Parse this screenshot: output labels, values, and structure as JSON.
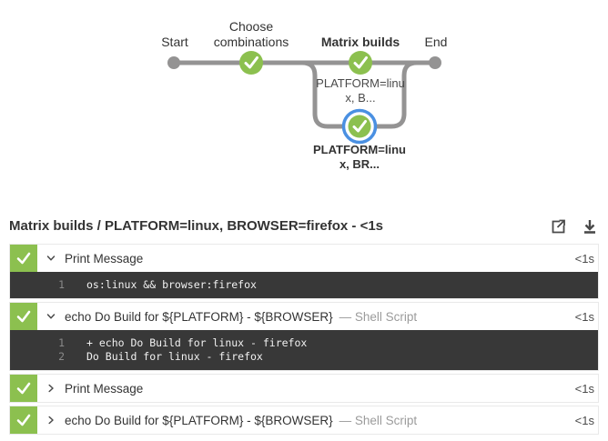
{
  "pipeline": {
    "stages": [
      {
        "label": "Start"
      },
      {
        "label": "Choose combinations"
      },
      {
        "label": "Matrix builds"
      },
      {
        "label": "End"
      }
    ],
    "branches": [
      {
        "line1": "PLATFORM=linu",
        "line2": "x, B...",
        "selected": false
      },
      {
        "line1": "PLATFORM=linu",
        "line2": "x, BR...",
        "selected": true
      }
    ]
  },
  "header": {
    "title": "Matrix builds / PLATFORM=linux, BROWSER=firefox - <1s",
    "icons": {
      "open_external": "open-in-new-window-icon",
      "download": "download-log-icon"
    }
  },
  "steps": [
    {
      "name": "Print Message",
      "duration": "<1s",
      "log": [
        {
          "num": "1",
          "text": "os:linux && browser:firefox"
        }
      ]
    },
    {
      "name": "echo Do Build for ${PLATFORM} - ${BROWSER}",
      "suffix": "— Shell Script",
      "duration": "<1s",
      "log": [
        {
          "num": "1",
          "text": "+ echo Do Build for linux - firefox"
        },
        {
          "num": "2",
          "text": "Do Build for linux - firefox"
        }
      ]
    },
    {
      "name": "Print Message",
      "duration": "<1s"
    },
    {
      "name": "echo Do Build for ${PLATFORM} - ${BROWSER}",
      "suffix": "— Shell Script",
      "duration": "<1s"
    }
  ],
  "colors": {
    "success_green": "#8cc04f",
    "selected_blue": "#4a90e2",
    "connector_gray": "#949393",
    "console_bg": "#383838"
  }
}
